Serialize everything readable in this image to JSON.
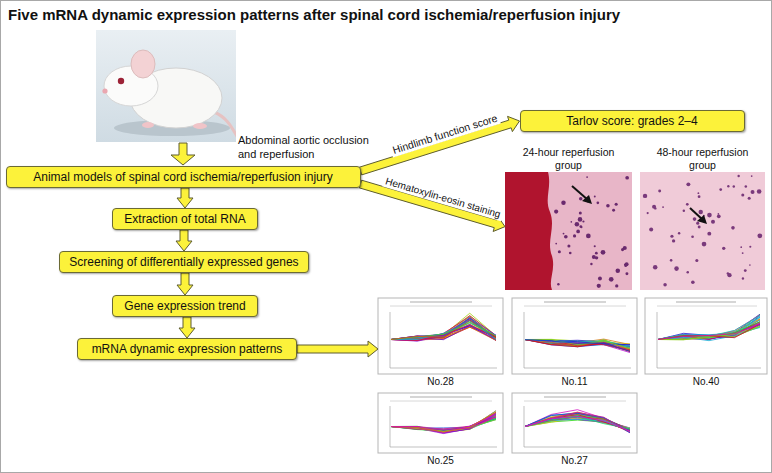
{
  "diagram": {
    "title": "Five mRNA dynamic expression patterns after spinal cord ischemia/reperfusion injury",
    "nodes": [
      {
        "text": [
          "Animal models of spinal cord ischemia/reperfusion injury"
        ]
      },
      {
        "text": [
          "Extraction of total RNA"
        ]
      },
      {
        "text": [
          "Screening of differentially expressed genes"
        ]
      },
      {
        "text": [
          "Gene expression trend"
        ]
      },
      {
        "text": [
          "mRNA dynamic expression patterns"
        ]
      },
      {
        "text": [
          "Tarlov score: grades 2–4"
        ]
      },
      {
        "text": [
          "24-hour reperfusion group"
        ]
      },
      {
        "text": [
          "48-hour reperfusion group"
        ]
      },
      {
        "text": [
          "No.28"
        ]
      },
      {
        "text": [
          "No.11"
        ]
      },
      {
        "text": [
          "No.40"
        ]
      },
      {
        "text": [
          "No.25"
        ]
      },
      {
        "text": [
          "No.27"
        ]
      }
    ],
    "edges": [
      {
        "from": 0,
        "to": 1,
        "arrow": "to"
      },
      {
        "from": 1,
        "to": 2,
        "arrow": "to"
      },
      {
        "from": 2,
        "to": 3,
        "arrow": "to"
      },
      {
        "from": 3,
        "to": 4,
        "arrow": "to"
      },
      {
        "from": 0,
        "to": 5,
        "label": "Hindlimb function score",
        "arrow": "to"
      },
      {
        "from": 0,
        "to": 6,
        "label": "Hematoxylin-eosin staining",
        "arrow": "to"
      },
      {
        "from": 4,
        "to": 8,
        "arrow": "to"
      }
    ],
    "labels": [
      "Abdominal aortic occlusion and reperfusion"
    ]
  }
}
